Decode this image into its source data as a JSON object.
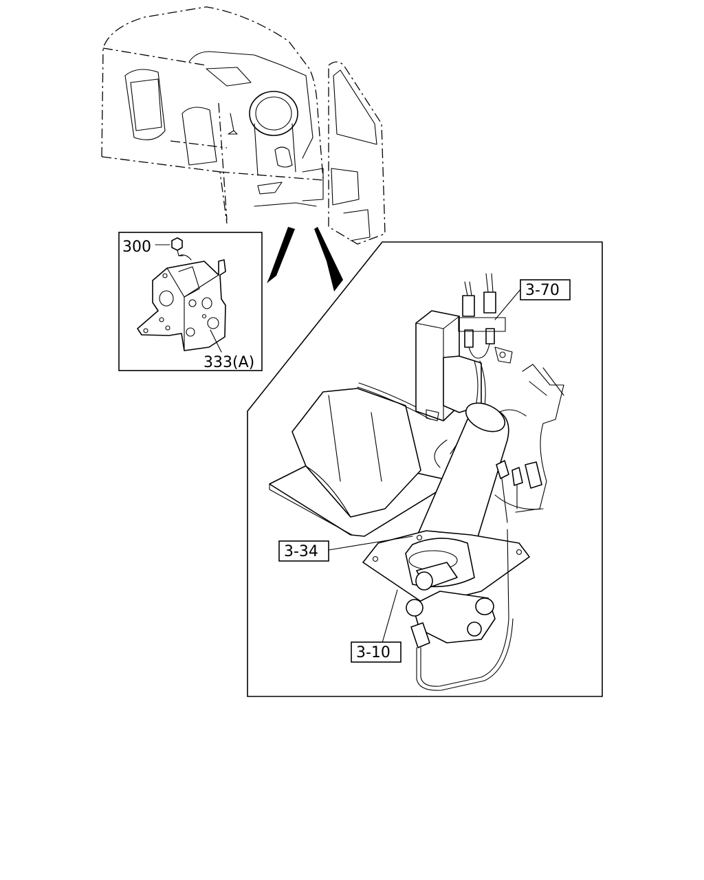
{
  "diagram": {
    "callouts": {
      "bolt": "300",
      "bracket": "333(A)",
      "ref_3_70": "3-70",
      "ref_3_34": "3-34",
      "ref_3_10": "3-10"
    },
    "icons": [
      "cab-outline",
      "bolt-icon",
      "bracket-icon",
      "shift-lever-assembly",
      "detail-pointer-arrow"
    ]
  }
}
